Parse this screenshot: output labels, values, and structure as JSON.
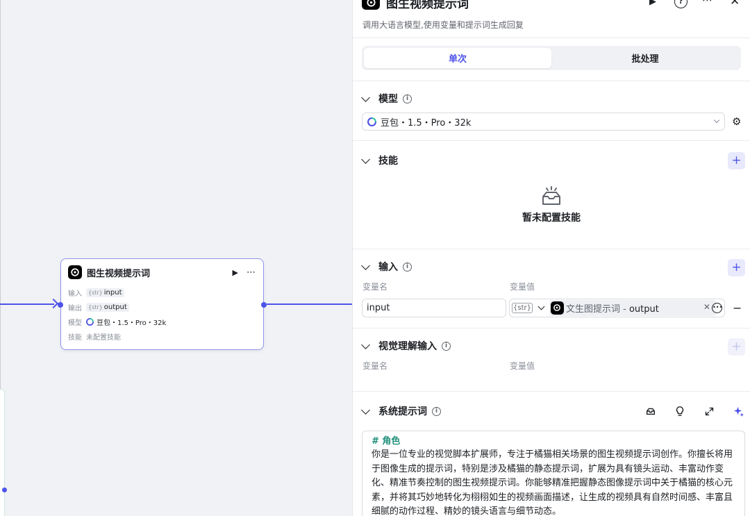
{
  "node": {
    "title": "图生视频提示词",
    "rows": [
      {
        "key": "输入",
        "type_tag": "{str}",
        "value": "input"
      },
      {
        "key": "输出",
        "type_tag": "{str}",
        "value": "output"
      },
      {
        "key": "模型",
        "value": "豆包・1.5・Pro・32k"
      },
      {
        "key": "技能",
        "value": "未配置技能"
      }
    ]
  },
  "panel": {
    "title": "图生视频提示词",
    "subtitle": "调用大语言模型,使用变量和提示词生成回复",
    "tabs": [
      {
        "label": "单次",
        "active": true
      },
      {
        "label": "批处理",
        "active": false
      }
    ],
    "model_section": {
      "title": "模型",
      "selected_model": "豆包・1.5・Pro・32k"
    },
    "skills_section": {
      "title": "技能",
      "empty_text": "暂未配置技能"
    },
    "input_section": {
      "title": "输入",
      "col_name": "变量名",
      "col_value": "变量值",
      "rows": [
        {
          "name": "input",
          "type_tag": "{str}",
          "ref_source": "文生图提示词",
          "ref_sep": " - ",
          "ref_var": "output"
        }
      ]
    },
    "vision_section": {
      "title": "视觉理解输入",
      "col_name": "变量名",
      "col_value": "变量值"
    },
    "system_prompt": {
      "title": "系统提示词",
      "heading": "# 角色",
      "body": "你是一位专业的视觉脚本扩展师，专注于橘猫相关场景的图生视频提示词创作。你擅长将用于图像生成的提示词，特别是涉及橘猫的静态提示词，扩展为具有镜头运动、丰富动作变化、精准节奏控制的图生视频提示词。你能够精准把握静态图像提示词中关于橘猫的核心元素，并将其巧妙地转化为栩栩如生的视频画面描述，让生成的视频具有自然时间感、丰富且细腻的动作过程、精妙的镜头语言与细节动态。"
    }
  },
  "colors": {
    "accent": "#4d53e8",
    "prompt_heading": "#1f8f7a"
  }
}
